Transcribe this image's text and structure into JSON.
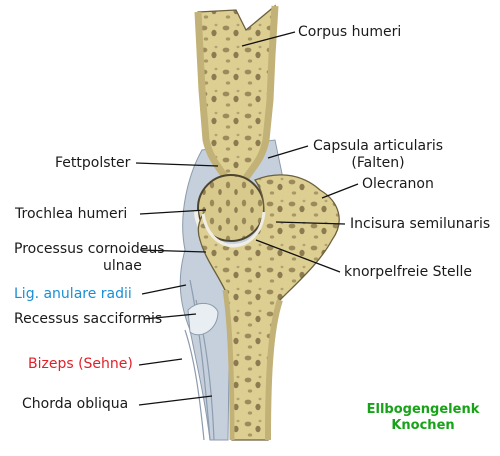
{
  "labels": {
    "corpus_humeri": "Corpus humeri",
    "capsula_articularis": "Capsula articularis",
    "capsula_falten": "(Falten)",
    "olecranon": "Olecranon",
    "fettpolster": "Fettpolster",
    "trochlea_humeri": "Trochlea humeri",
    "incisura_semilunaris": "Incisura semilunaris",
    "processus_cornoideus": "Processus cornoideus",
    "ulnae": "ulnae",
    "knorpelfreie_stelle": "knorpelfreie Stelle",
    "lig_anulare_radii": "Lig. anulare radii",
    "recessus_sacciformis": "Recessus sacciformis",
    "bizeps_sehne": "Bizeps (Sehne)",
    "chorda_obliqua": "Chorda obliqua"
  },
  "caption": {
    "line1": "Ellbogengelenk",
    "line2": "Knochen"
  },
  "colors": {
    "bone": "#ddcf92",
    "bone_dark": "#8a7a52",
    "capsule": "#b9c6d4",
    "blue_label": "#1a8fd6",
    "red_label": "#e0202a",
    "green_caption": "#17a317"
  }
}
